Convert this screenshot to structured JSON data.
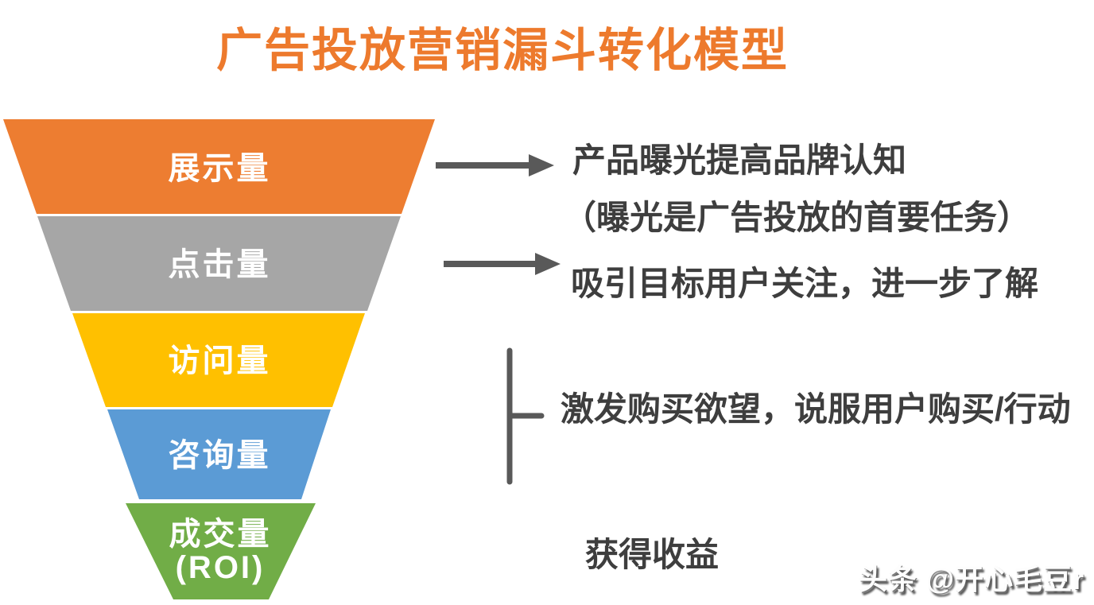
{
  "title": "广告投放营销漏斗转化模型",
  "funnel": {
    "stages": [
      {
        "label": "展示量",
        "color": "#ED7D31"
      },
      {
        "label": "点击量",
        "color": "#A6A6A6"
      },
      {
        "label": "访问量",
        "color": "#FFC000"
      },
      {
        "label": "咨询量",
        "color": "#5B9BD5"
      },
      {
        "label": "成交量",
        "label2": "(ROI)",
        "color": "#71AD47"
      }
    ]
  },
  "annotations": {
    "awareness_line1": "产品曝光提高品牌认知",
    "awareness_line2": "（曝光是广告投放的首要任务）",
    "interest": "吸引目标用户关注，进一步了解",
    "desire_action": "激发购买欲望，说服用户购买/行动",
    "revenue": "获得收益"
  },
  "watermark": "头条 @开心毛豆r",
  "colors": {
    "title": "#ED7A2D",
    "annotation_text": "#3E3E3E",
    "arrow": "#595959"
  }
}
